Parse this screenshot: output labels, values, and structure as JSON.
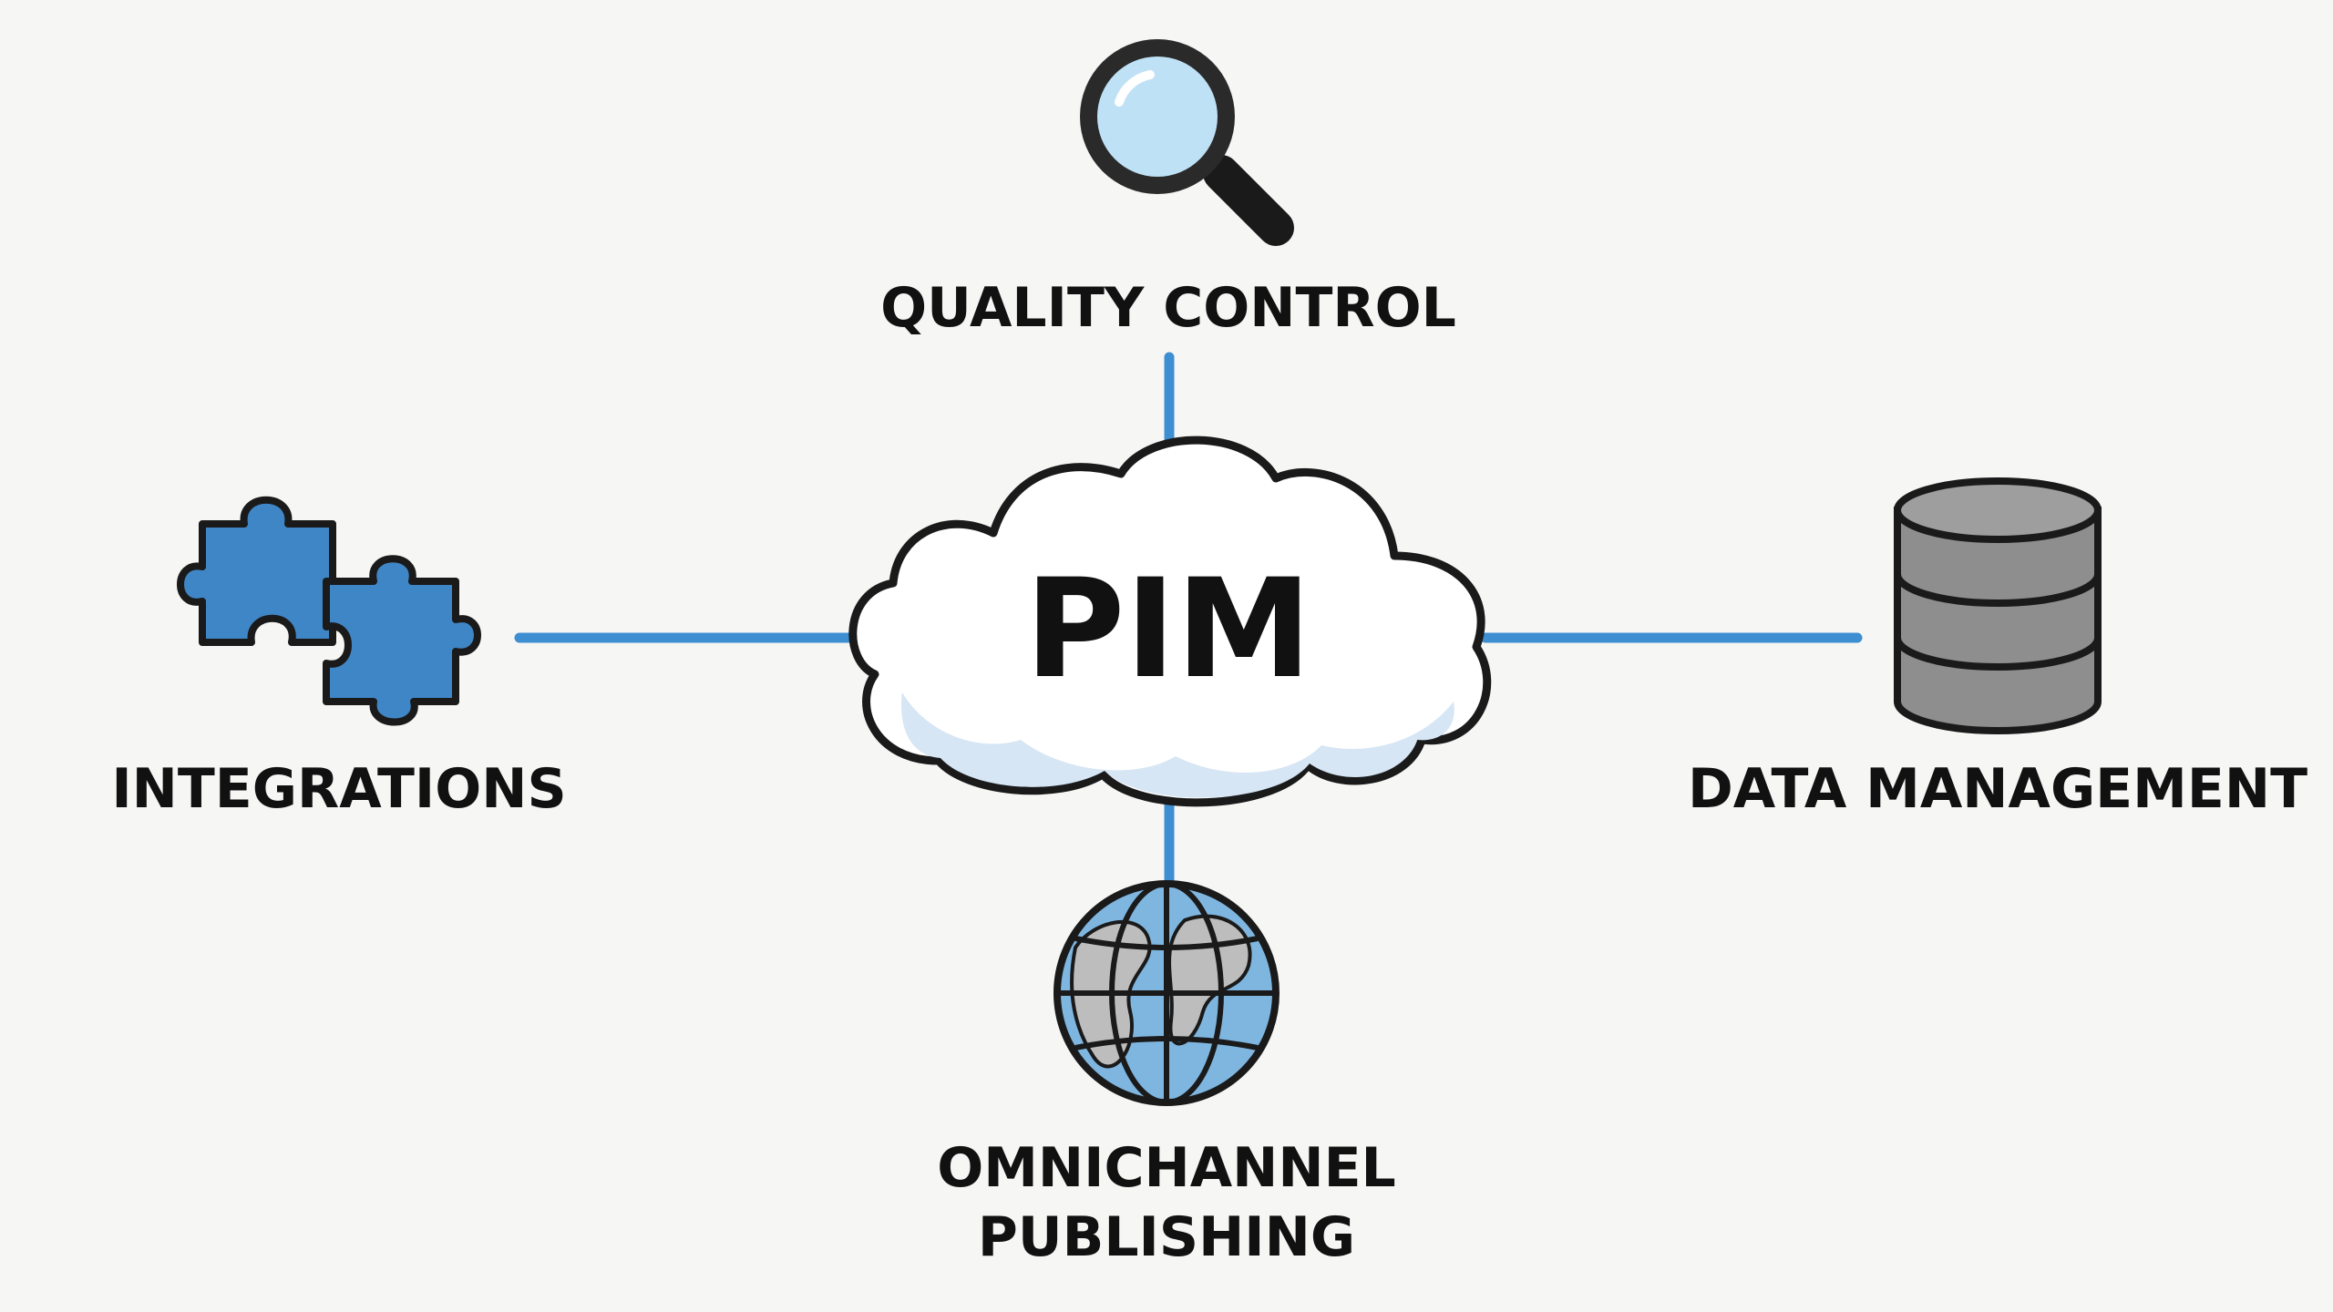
{
  "diagram": {
    "center": {
      "label": "PIM",
      "icon": "cloud-icon"
    },
    "nodes": {
      "top": {
        "label": "QUALITY CONTROL",
        "icon": "magnifying-glass-icon"
      },
      "left": {
        "label": "INTEGRATIONS",
        "icon": "puzzle-pieces-icon"
      },
      "right": {
        "label": "DATA MANAGEMENT",
        "icon": "database-icon"
      },
      "bottom": {
        "label_line1": "OMNICHANNEL",
        "label_line2": "PUBLISHING",
        "icon": "globe-icon"
      }
    }
  },
  "colors": {
    "connector": "#3d8fd1",
    "puzzle": "#3f86c6",
    "database": "#8e8e8e",
    "globe_ocean": "#7fb6e0",
    "globe_land": "#bdbdbd",
    "lens": "#bfe1f6",
    "cloud": "#ffffff",
    "cloud_shade": "#d6e6f4",
    "outline": "#1a1a1a",
    "background": "#f6f6f5"
  }
}
